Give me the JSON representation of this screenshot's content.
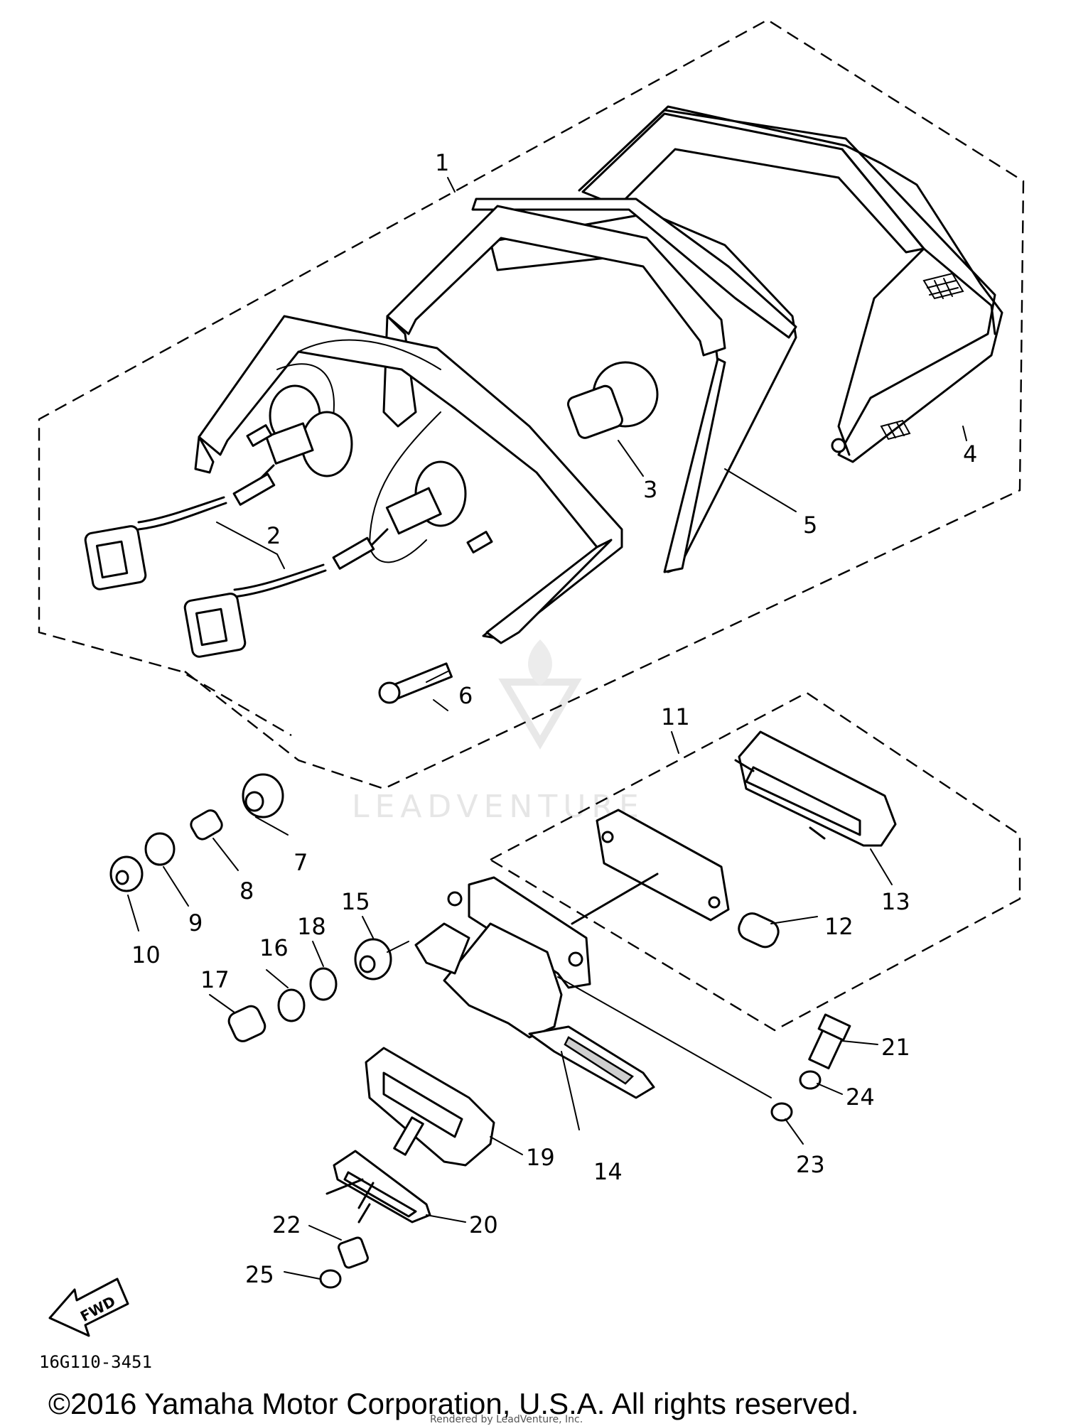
{
  "callouts": [
    "1",
    "2",
    "3",
    "4",
    "5",
    "6",
    "7",
    "8",
    "9",
    "10",
    "11",
    "12",
    "13",
    "14",
    "15",
    "16",
    "17",
    "18",
    "19",
    "20",
    "21",
    "22",
    "23",
    "24",
    "25"
  ],
  "watermark": "LEADVENTURE",
  "diagram_code": "16G110-3451",
  "direction_label": "FWD",
  "copyright": "©2016 Yamaha Motor Corporation, U.S.A. All rights reserved.",
  "rendered_by": "Rendered by LeadVenture, Inc."
}
